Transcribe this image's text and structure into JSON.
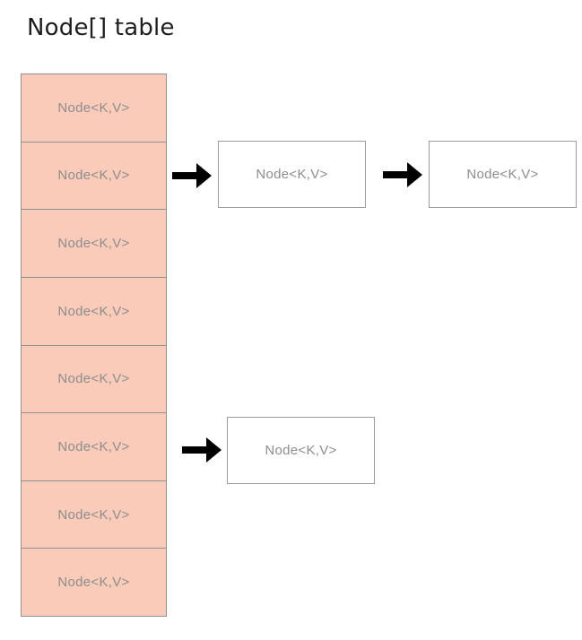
{
  "title": "Node[] table",
  "colors": {
    "bucket_fill": "#fbcbba",
    "bucket_border": "#8f8f8f",
    "node_text": "#8d8d8d",
    "box_border": "#9c9c9c",
    "box_fill": "#ffffff",
    "arrow": "#000000",
    "title_text": "#1e1e1e"
  },
  "array": {
    "cells": [
      "Node<K,V>",
      "Node<K,V>",
      "Node<K,V>",
      "Node<K,V>",
      "Node<K,V>",
      "Node<K,V>",
      "Node<K,V>",
      "Node<K,V>"
    ]
  },
  "chains": [
    {
      "bucket_index": 1,
      "nodes": [
        "Node<K,V>",
        "Node<K,V>"
      ]
    },
    {
      "bucket_index": 5,
      "nodes": [
        "Node<K,V>"
      ]
    }
  ]
}
